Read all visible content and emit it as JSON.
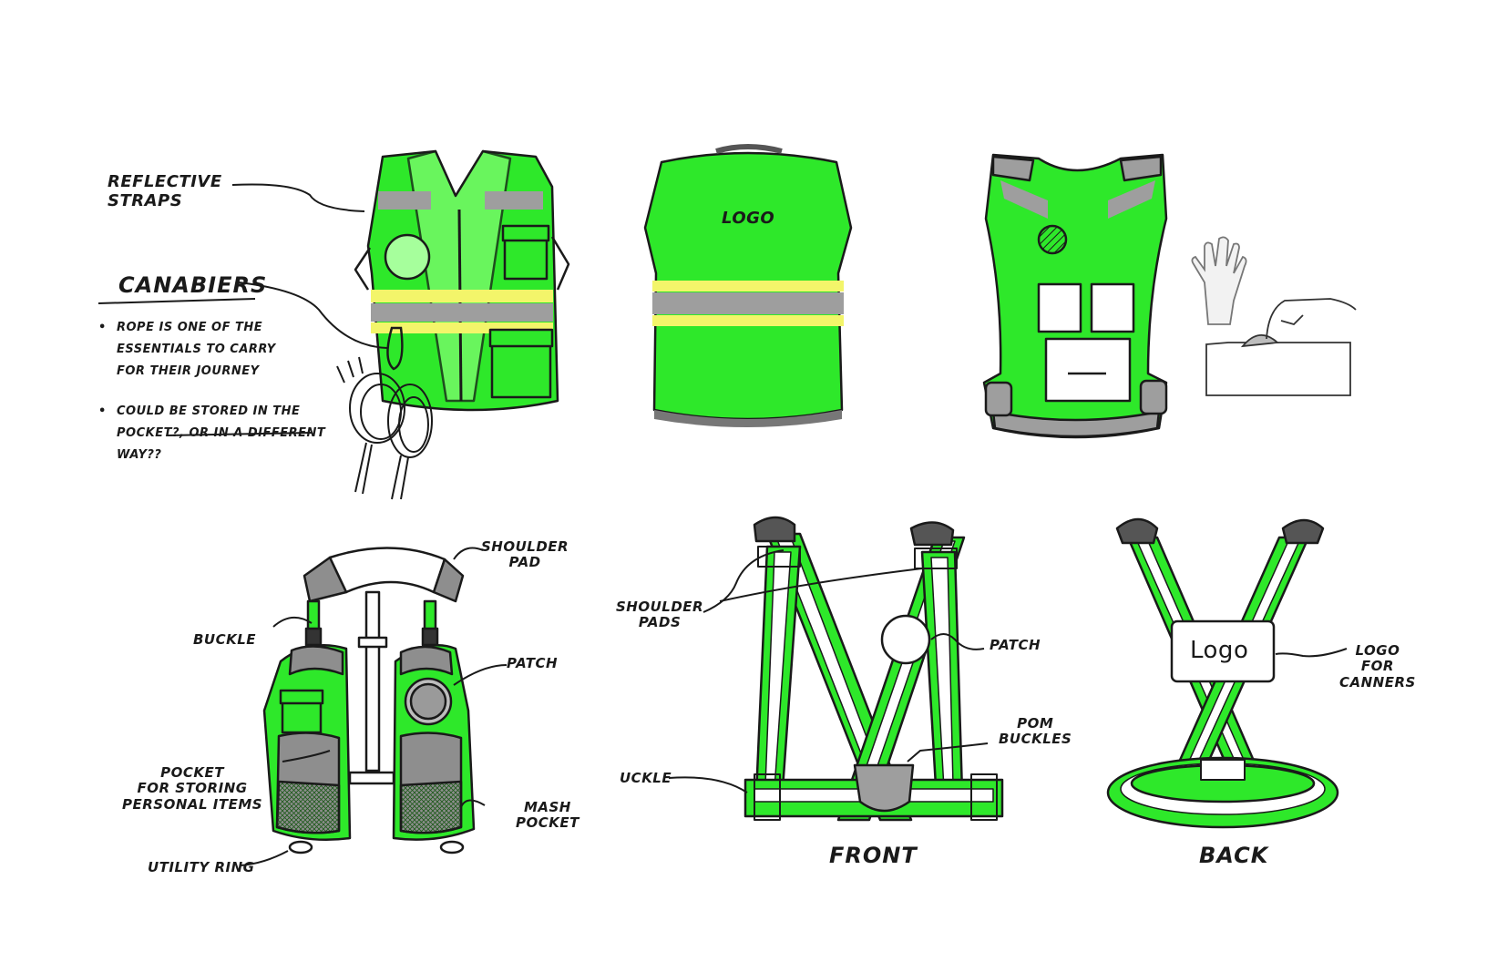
{
  "colors": {
    "vest_green": "#2ee82a",
    "reflective_grey": "#9e9e9e",
    "reflective_yellow": "#f3f56a",
    "outline": "#1a1a1a"
  },
  "labels": {
    "reflective_straps": "Reflective\nStraps",
    "canabiers": "CANABIERS",
    "note_rope": "Rope is one of the\nessentials to carry\nfor their journey",
    "note_stored": "Could be stored in the\npocket?, or in a different\nway??",
    "logo_front_vest": "LOGO",
    "shoulder_pad": "Shoulder\npad",
    "buckle_left": "Buckle",
    "patch_left": "Patch",
    "pocket_storing": "Pocket\nfor storing\npersonal items",
    "mash_pocket": "Mash\npocket",
    "utility_ring": "Utility ring",
    "shoulder_pads": "Shoulder\npads",
    "patch_harness": "Patch",
    "pom_buckles": "POM\nBuckles",
    "buckle_harness": "uckle",
    "front": "FRONT",
    "back": "BACK",
    "logo_back_harness": "Logo",
    "logo_for_canners": "Logo\nfor\ncanners"
  },
  "icons": [
    "glove-icon",
    "tissue-box-icon",
    "rope-coil-icon",
    "carabiner-icon"
  ]
}
